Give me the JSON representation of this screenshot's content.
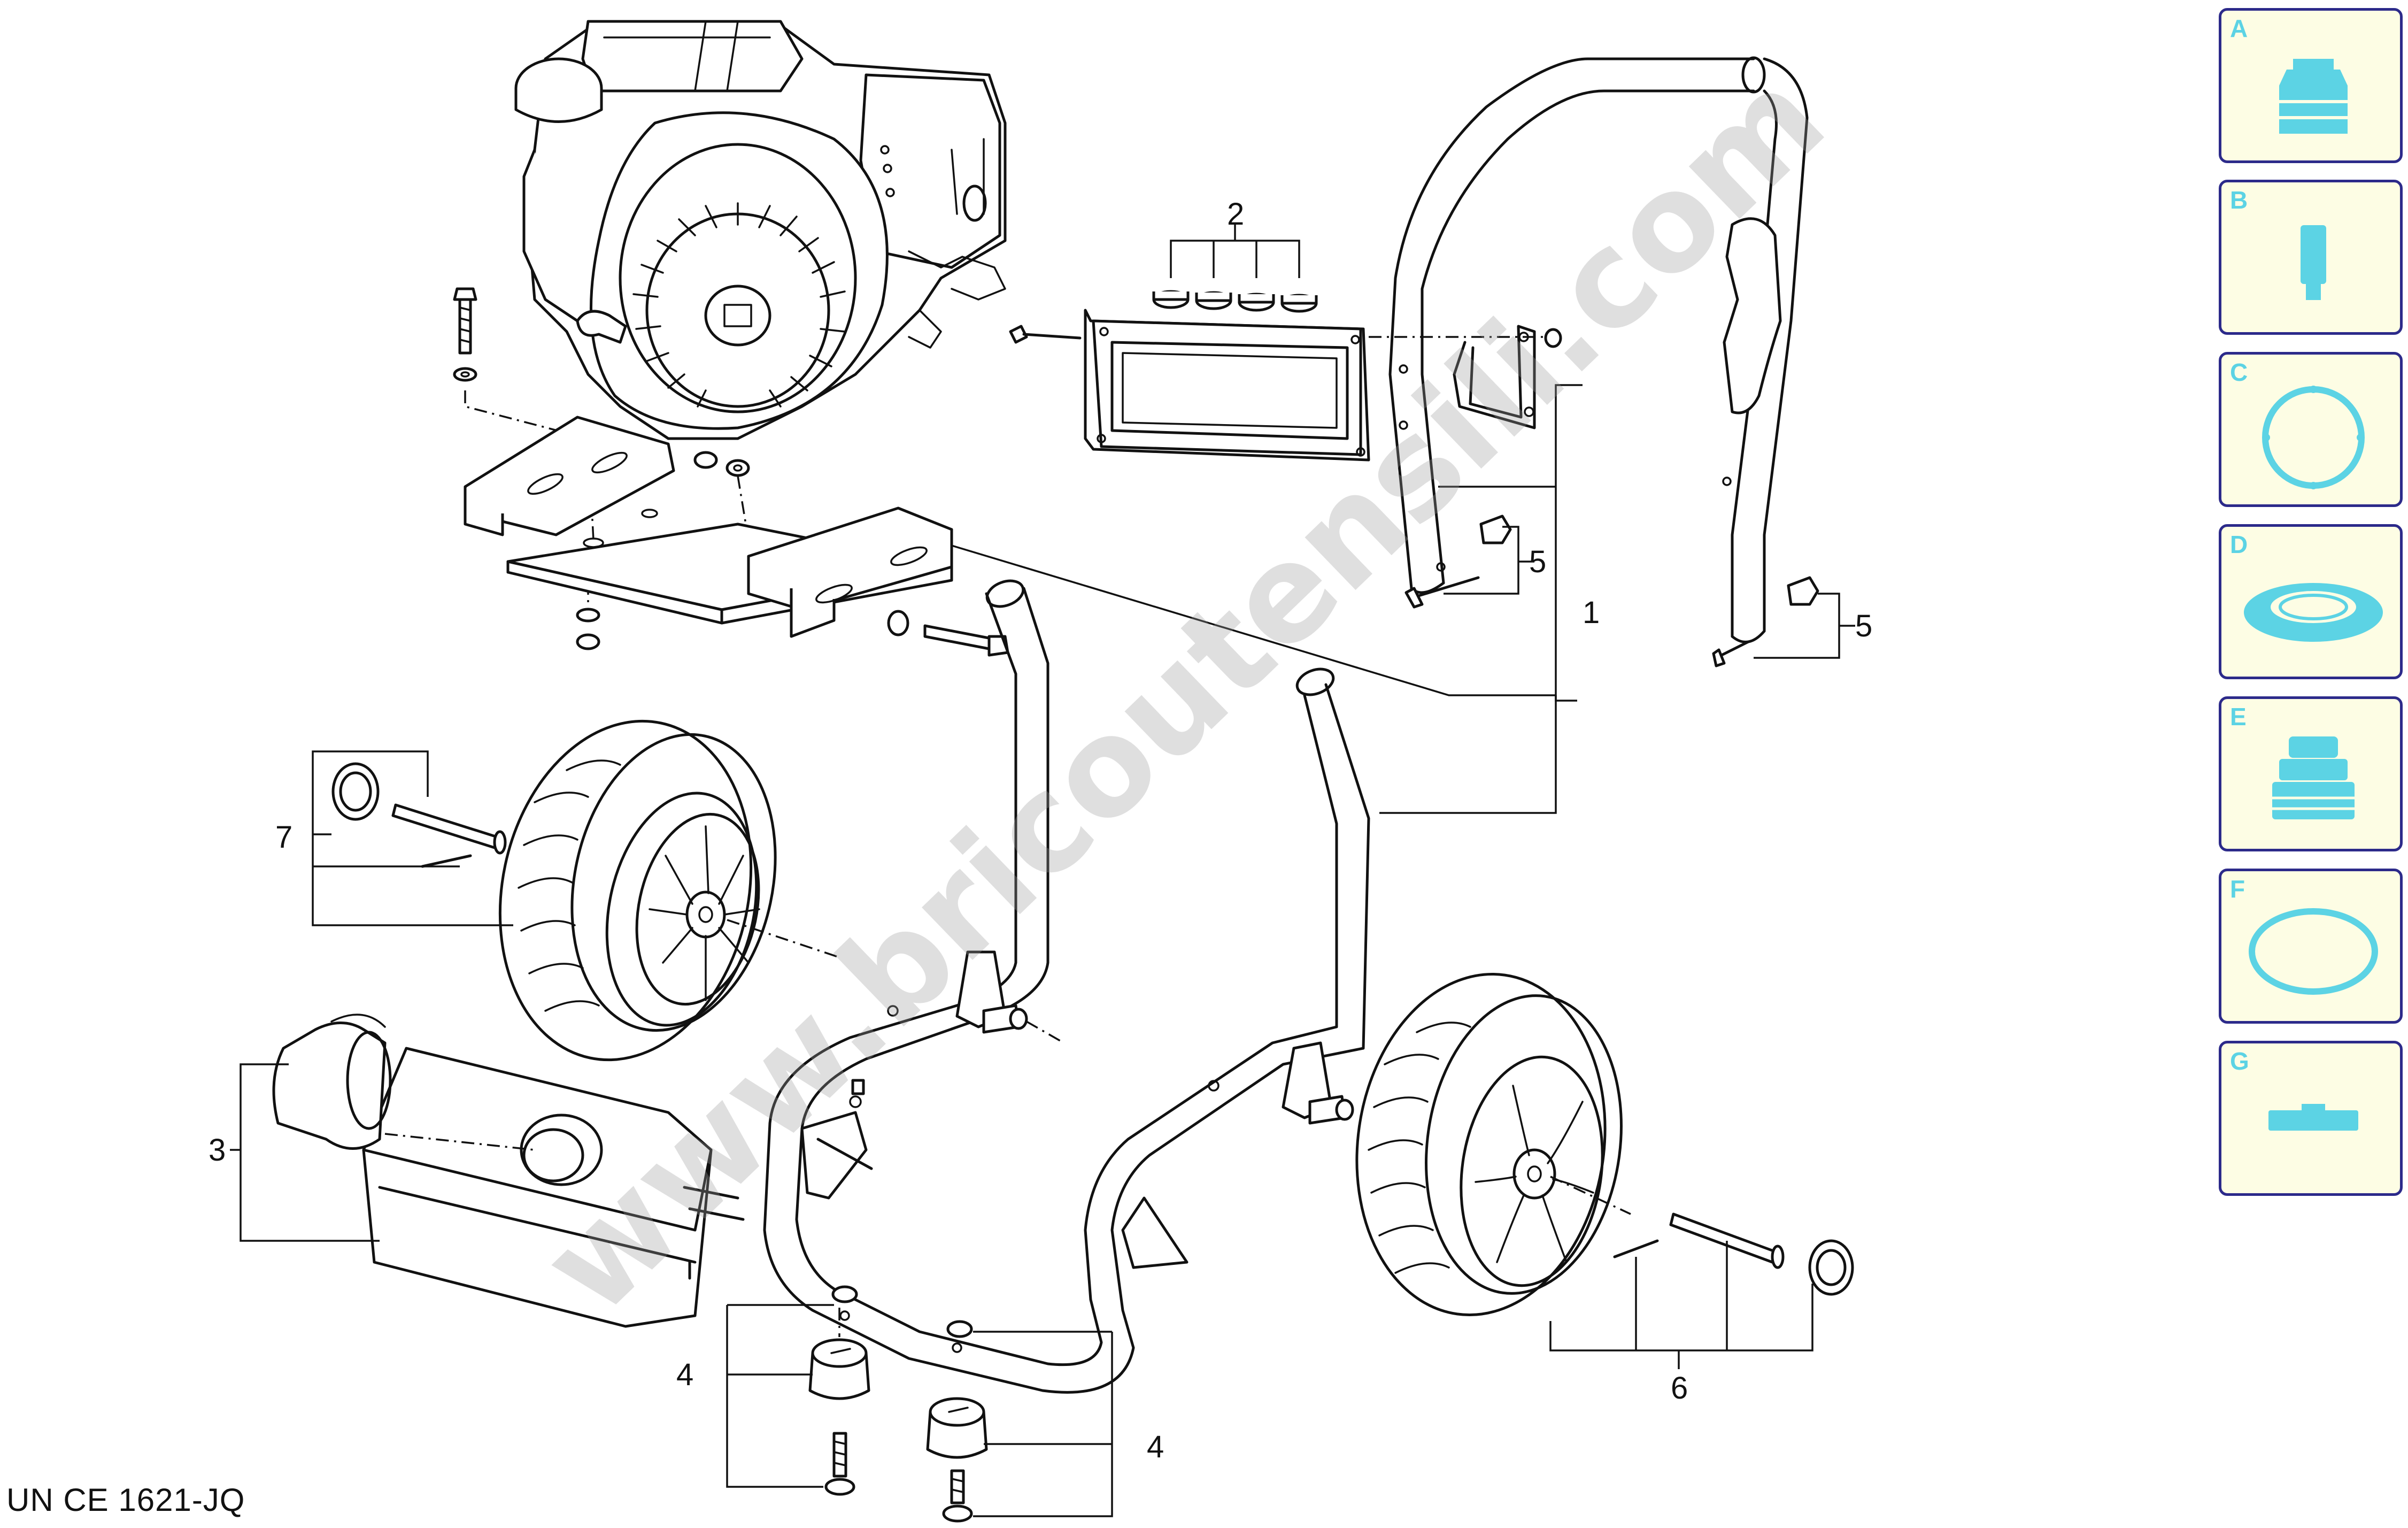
{
  "document_code": "UN  CE  1621-JQ",
  "watermark": "www.bricoutensili.com",
  "callouts": [
    "1",
    "2",
    "3",
    "4",
    "4",
    "5",
    "5",
    "6",
    "7"
  ],
  "tabs": [
    {
      "letter": "A",
      "icon": "connector-icon"
    },
    {
      "letter": "B",
      "icon": "cylinder-fitting-icon"
    },
    {
      "letter": "C",
      "icon": "retaining-ring-icon"
    },
    {
      "letter": "D",
      "icon": "oil-seal-icon"
    },
    {
      "letter": "E",
      "icon": "piston-icon"
    },
    {
      "letter": "F",
      "icon": "o-ring-icon"
    },
    {
      "letter": "G",
      "icon": "gasket-icon"
    }
  ],
  "colors": {
    "tab_border": "#2c2a8a",
    "tab_background": "#fdfde4",
    "tab_icon": "#5cd3e4",
    "line": "#111111"
  }
}
